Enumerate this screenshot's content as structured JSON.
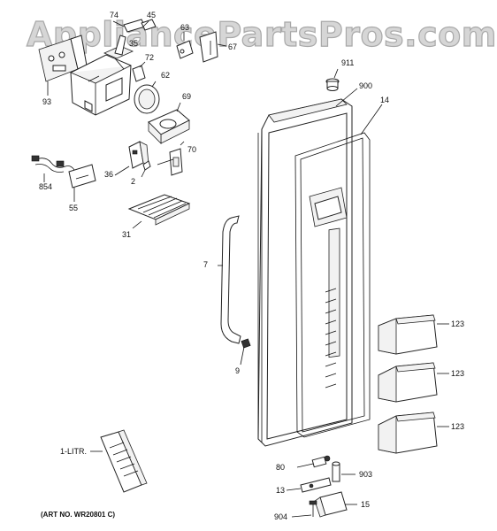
{
  "watermark": "AppliancePartsPros.com",
  "art_number": "(ART NO. WR20801 C)",
  "callouts": {
    "c74": "74",
    "c45": "45",
    "c63": "63",
    "c67": "67",
    "c35": "35",
    "c72": "72",
    "c62": "62",
    "c93": "93",
    "c69": "69",
    "c70": "70",
    "c36": "36",
    "c2": "2",
    "c854": "854",
    "c55": "55",
    "c31": "31",
    "c911": "911",
    "c900": "900",
    "c14": "14",
    "c7": "7",
    "c9": "9",
    "c123a": "123",
    "c123b": "123",
    "c123c": "123",
    "c1litr": "1-LITR.",
    "c80": "80",
    "c903": "903",
    "c13": "13",
    "c15": "15",
    "c904": "904"
  }
}
